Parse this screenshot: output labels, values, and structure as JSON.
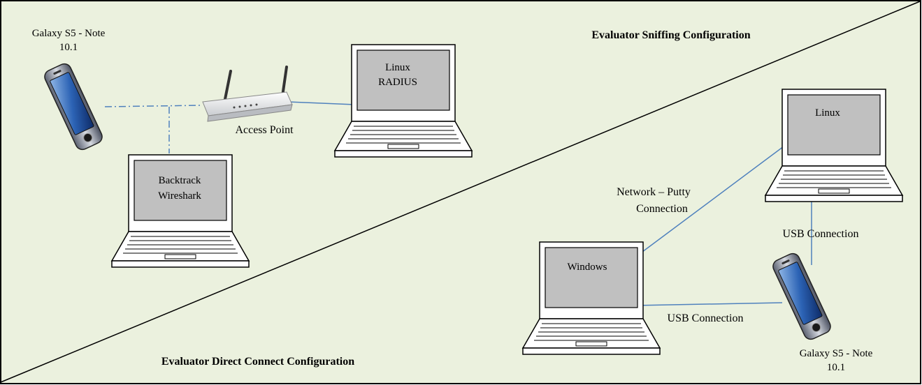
{
  "titles": {
    "sniffing": "Evaluator Sniffing Configuration",
    "direct": "Evaluator Direct Connect Configuration"
  },
  "sniffing": {
    "phone_label_line1": "Galaxy S5 - Note",
    "phone_label_line2": "10.1",
    "access_point_label": "Access Point",
    "radius_laptop_line1": "Linux",
    "radius_laptop_line2": "RADIUS",
    "sniffer_laptop_line1": "Backtrack",
    "sniffer_laptop_line2": "Wireshark"
  },
  "direct": {
    "linux_laptop_label": "Linux",
    "windows_laptop_label": "Windows",
    "network_label_line1": "Network – Putty",
    "network_label_line2": "Connection",
    "usb_label_right": "USB Connection",
    "usb_label_bottom": "USB Connection",
    "phone_label_line1": "Galaxy S5 - Note",
    "phone_label_line2": "10.1"
  },
  "colors": {
    "background": "#ebf1de",
    "connection_line": "#4f81bd",
    "laptop_screen": "#c0c0c0",
    "laptop_body": "#ffffff"
  }
}
